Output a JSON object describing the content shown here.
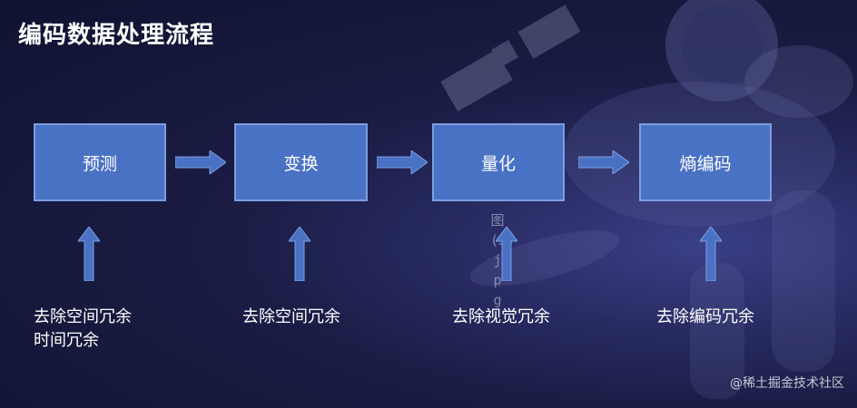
{
  "title": "编码数据处理流程",
  "steps": [
    {
      "label": "预测",
      "caption": [
        "去除空间冗余",
        "时间冗余"
      ]
    },
    {
      "label": "变换",
      "caption": [
        "去除空间冗余"
      ]
    },
    {
      "label": "量化",
      "caption": [
        "去除视觉冗余"
      ]
    },
    {
      "label": "熵编码",
      "caption": [
        "去除编码冗余"
      ]
    }
  ],
  "overlay_text": "图(3)jpg",
  "watermark": "@稀土掘金技术社区",
  "colors": {
    "box_fill": "#4a72c4",
    "box_border": "#7d9ee0",
    "arrow": "#4a72c4",
    "background": "#101231"
  }
}
